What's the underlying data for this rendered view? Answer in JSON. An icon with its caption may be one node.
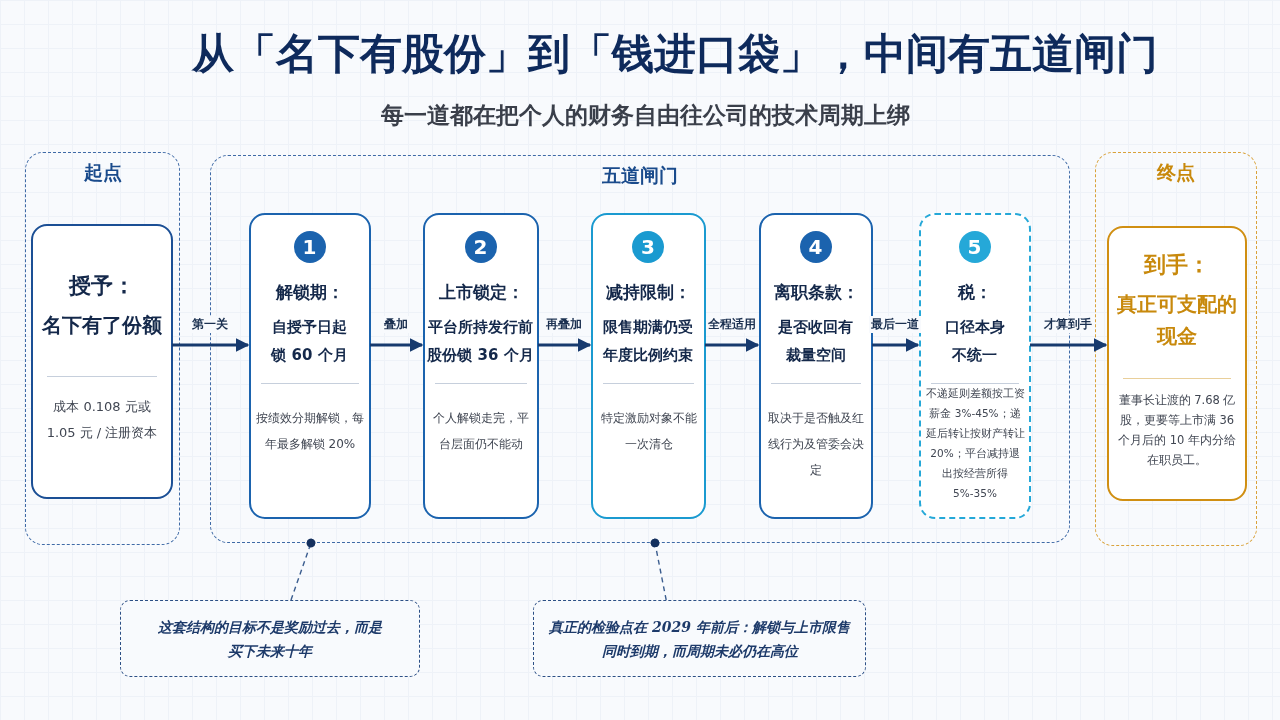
{
  "diagram": {
    "title": "从「名下有股份」到「钱进口袋」，中间有五道闸门",
    "caption": "每一道都在把个人的财务自由往公司的技术周期上绑",
    "nodes": [
      {
        "text": [
          "起点"
        ]
      },
      {
        "text": [
          "授予：",
          "名下有了份额",
          "成本 0.108 元或 1.05 元 / 注册资本"
        ],
        "in": 0
      },
      {
        "text": [
          "五道闸门"
        ]
      },
      {
        "text": [
          "1",
          "解锁期：",
          "自授予日起锁 60 个月",
          "按绩效分期解锁，每年最多解锁 20%"
        ],
        "in": 2
      },
      {
        "text": [
          "2",
          "上市锁定：",
          "平台所持发行前股份锁 36 个月",
          "个人解锁走完，平台层面仍不能动"
        ],
        "in": 2
      },
      {
        "text": [
          "3",
          "减持限制：",
          "限售期满仍受年度比例约束",
          "特定激励对象不能一次清仓"
        ],
        "in": 2
      },
      {
        "text": [
          "4",
          "离职条款：",
          "是否收回有裁量空间",
          "取决于是否触及红线行为及管委会决定"
        ],
        "in": 2
      },
      {
        "text": [
          "5",
          "税：",
          "口径本身不统一",
          "不递延则差额按工资薪金 3%-45%；递延后转让按财产转让 20%；平台减持退出按经营所得 5%-35%"
        ],
        "in": 2
      },
      {
        "text": [
          "终点"
        ]
      },
      {
        "text": [
          "到手：",
          "真正可支配的现金",
          "董事长让渡的 7.68 亿股，更要等上市满 36 个月后的 10 年内分给在职员工。"
        ],
        "in": 8
      },
      {
        "text": [
          "这套结构的目标不是奖励过去，而是买下未来十年"
        ]
      },
      {
        "text": [
          "真正的检验点在 2029 年前后：解锁与上市限售同时到期，而周期未必仍在高位"
        ]
      }
    ],
    "edges": [
      {
        "from": 1,
        "to": 3,
        "arrow": "to",
        "label": "第一关"
      },
      {
        "from": 3,
        "to": 4,
        "arrow": "to",
        "label": "叠加"
      },
      {
        "from": 4,
        "to": 5,
        "arrow": "to",
        "label": "再叠加"
      },
      {
        "from": 5,
        "to": 6,
        "arrow": "to",
        "label": "全程适用"
      },
      {
        "from": 6,
        "to": 7,
        "arrow": "to",
        "label": "最后一道"
      },
      {
        "from": 7,
        "to": 9,
        "arrow": "to",
        "label": "才算到手"
      },
      {
        "from": 10,
        "to": 2,
        "arrow": "other",
        "style": "dashed"
      },
      {
        "from": 11,
        "to": 2,
        "arrow": "other",
        "style": "dashed"
      }
    ]
  }
}
